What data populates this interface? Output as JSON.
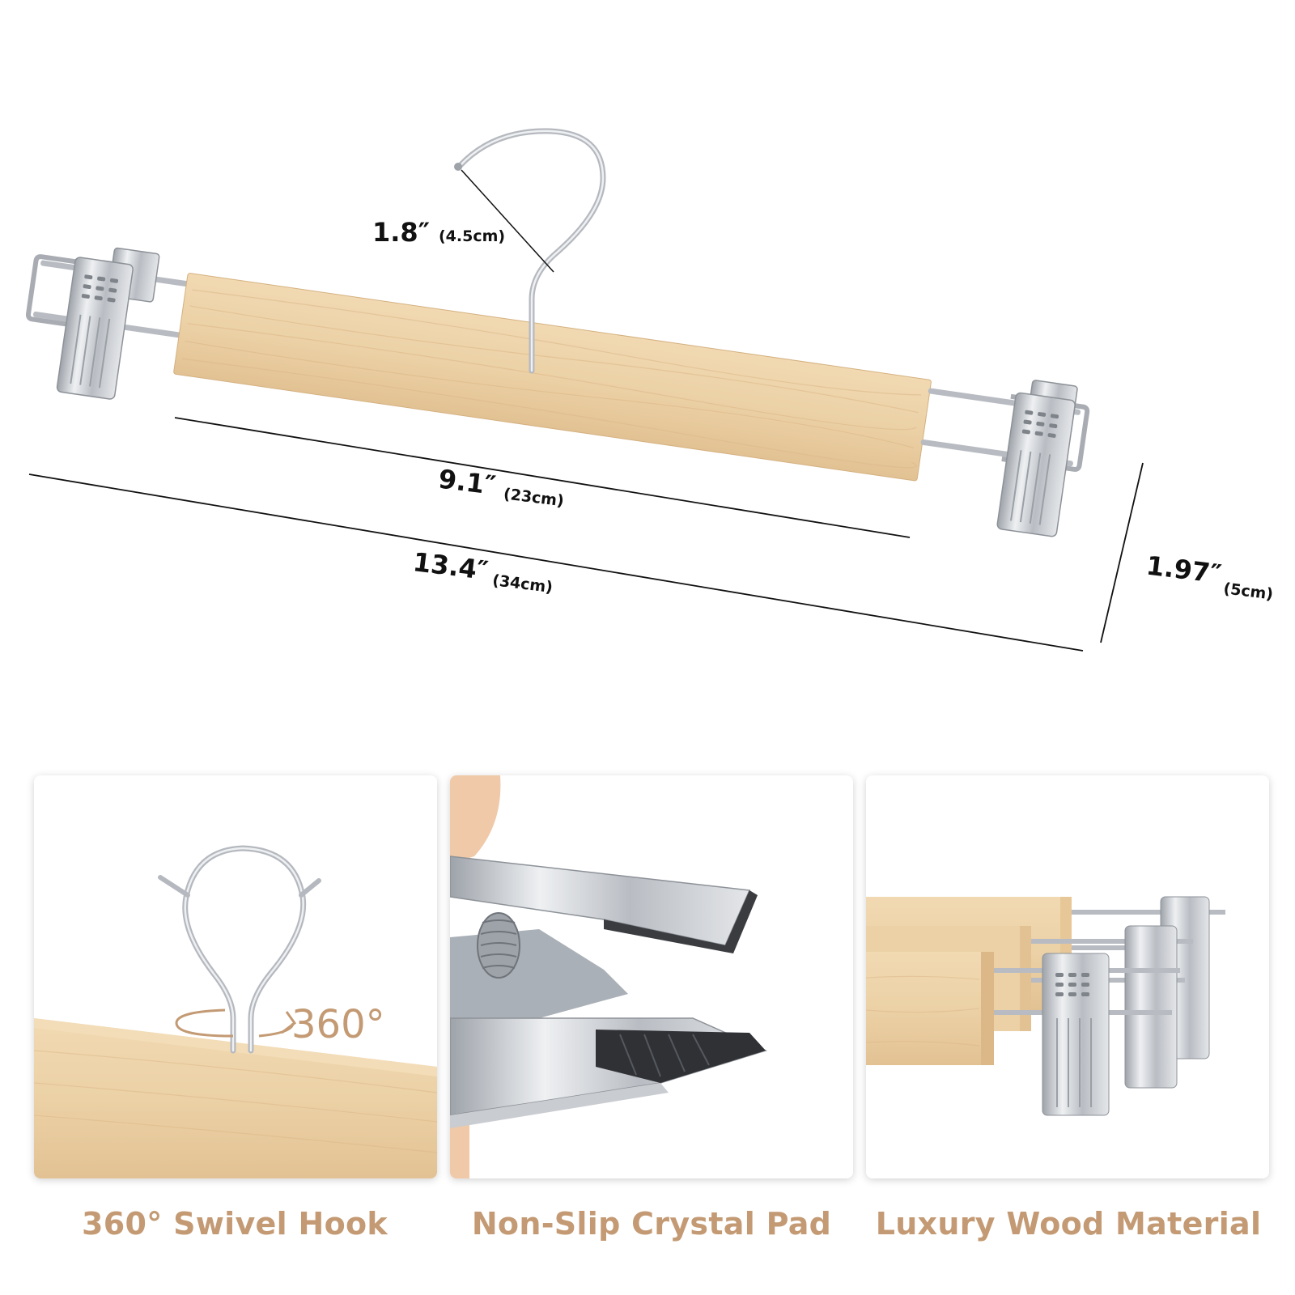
{
  "dimensions": {
    "hook": {
      "value": "1.8″",
      "metric": "(4.5cm)"
    },
    "wood_bar": {
      "value": "9.1″",
      "metric": "(23cm)"
    },
    "total_length": {
      "value": "13.4″",
      "metric": "(34cm)"
    },
    "height": {
      "value": "1.97″",
      "metric": "(5cm)"
    }
  },
  "features": [
    {
      "caption": "360° Swivel Hook",
      "badge": "360°"
    },
    {
      "caption": "Non-Slip Crystal Pad"
    },
    {
      "caption": "Luxury Wood Material"
    }
  ],
  "colors": {
    "caption": "#c39a73",
    "wood": "#ecd1a6",
    "wood_dark": "#dcb889",
    "metal": "#c9ccd1",
    "text": "#111111"
  }
}
